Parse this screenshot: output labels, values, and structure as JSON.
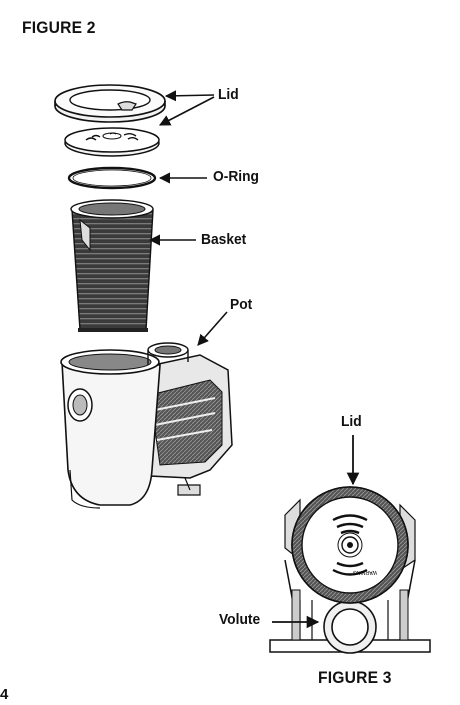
{
  "figure2": {
    "title": "FIGURE 2",
    "labels": {
      "lid": "Lid",
      "oring": "O-Ring",
      "basket": "Basket",
      "pot": "Pot"
    }
  },
  "figure3": {
    "title": "FIGURE 3",
    "labels": {
      "lid": "Lid",
      "volute": "Volute"
    },
    "lid_marking": "WARNING"
  },
  "page_number": "4"
}
